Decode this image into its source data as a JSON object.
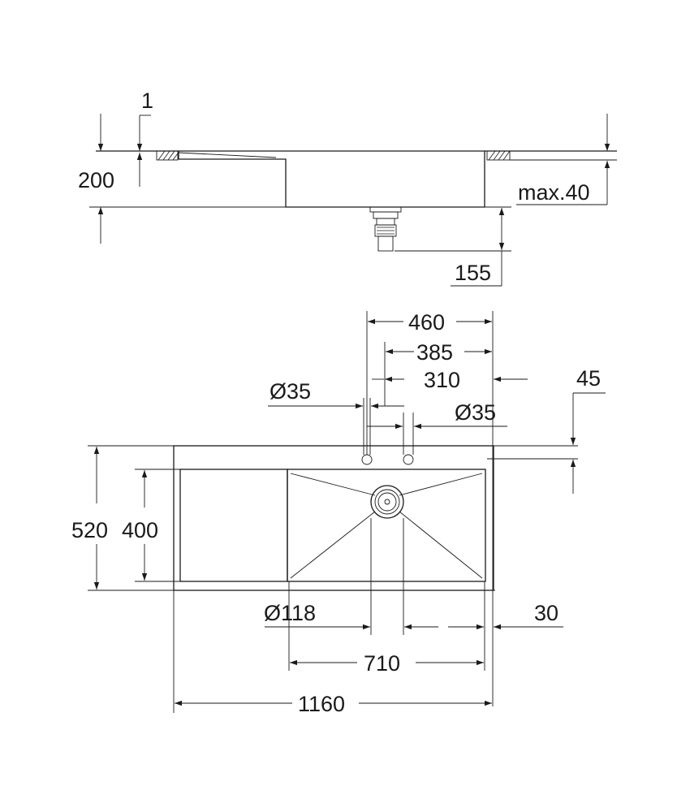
{
  "side_view": {
    "dim_thickness": "1",
    "dim_depth": "200",
    "dim_max_countertop": "max.40",
    "dim_drain": "155"
  },
  "top_view": {
    "dim_460": "460",
    "dim_385": "385",
    "dim_310": "310",
    "dim_45": "45",
    "dim_hole_left": "Ø35",
    "dim_hole_right": "Ø35",
    "dim_520": "520",
    "dim_400": "400",
    "dim_drain_dia": "Ø118",
    "dim_30": "30",
    "dim_710": "710",
    "dim_1160": "1160"
  }
}
